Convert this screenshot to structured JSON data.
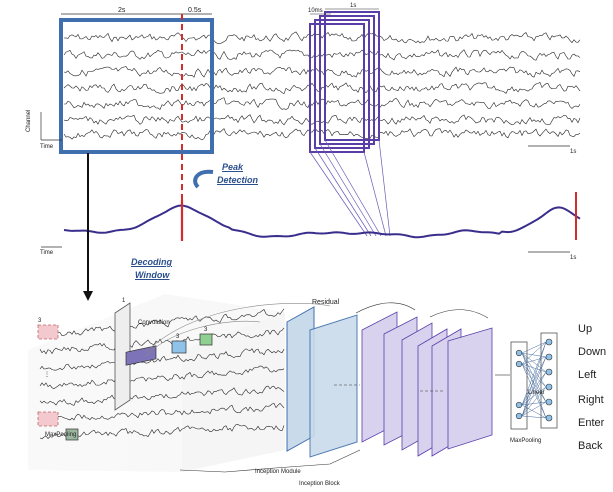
{
  "top": {
    "window_2s": "2s",
    "window_05s": "0.5s",
    "window_10ms": "10ms",
    "window_1s": "1s",
    "channel_label": "Channel",
    "time_label": "Time",
    "scale_1s": "1s"
  },
  "peak_detection": {
    "line1": "Peak",
    "line2": "Detection"
  },
  "middle": {
    "time_label": "Time",
    "scale_1s": "1s"
  },
  "decoding_window": {
    "line1": "Decoding",
    "line2": "Window"
  },
  "network": {
    "residual": "Residual",
    "convolution": "Convolution",
    "maxpooling_left": "MaxPooling",
    "maxpooling_right": "MaxPooling",
    "linear": "Linear",
    "inception_module": "Inception Module",
    "inception_block": "Inception Block",
    "n1": "1",
    "n3a": "3",
    "n3b": "3",
    "n3c": "3",
    "dots_a": "…",
    "dots_b": "⋮"
  },
  "outputs": [
    "Up",
    "Down",
    "Left",
    "Right",
    "Enter",
    "Back"
  ],
  "colors": {
    "window_blue": "#3f6fae",
    "marker_red": "#d42b2b",
    "purple": "#5a3ea8",
    "curve": "#3a2e8c",
    "block_fill": "#c9dbea",
    "inception_fill": "#d9d2ee",
    "pink": "#f3c9cf",
    "conv_purple": "#7d73b8",
    "conv_blue": "#8fc2e8",
    "conv_green": "#8fcf92",
    "text_blue": "#2b4f8c"
  }
}
